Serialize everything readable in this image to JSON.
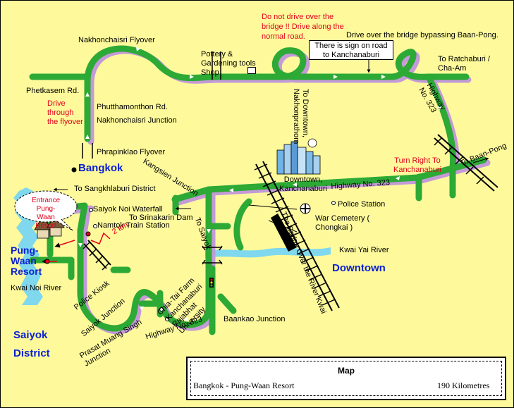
{
  "map": {
    "colors": {
      "background": "#fefa9c",
      "road": "#2da935",
      "road_shadow": "#c49ad7",
      "river": "#7fd8ed",
      "red_text": "#e3001b",
      "blue_text": "#0b20d4"
    },
    "labels": {
      "nakhonchaisri_flyover": "Nakhonchaisri Flyover",
      "do_not_drive": "Do not drive over the bridge !! Drive along the normal road.",
      "drive_over_bridge": "Drive over the bridge bypassing Baan-Pong.",
      "pottery_shop": "Pottery & Gardening tools Shop",
      "sign_note": "There is sign on road to Kanchanaburi",
      "to_ratchaburi": "To Ratchaburi / Cha-Am",
      "phetkasem": "Phetkasem Rd.",
      "drive_through_flyover": "Drive through the flyover",
      "phutthamonthon": "Phutthamonthon Rd.",
      "nakhonchaisri_junction": "Nakhonchaisri Junction",
      "to_downtown_nakhonpratom": "To Downtown, Nakhonprathom",
      "highway_323_vertical": "Highway No. 323",
      "phrapinklao_flyover": "Phrapinklao Flyover",
      "bangkok": "Bangkok",
      "kangsien_junction": "Kangsien Junction",
      "downtown_kanchanaburi": "Downtown, Kanchanaburi",
      "turn_right": "Turn Right To Kanchanaburi",
      "to_baan_pong": "To Baan-Pong",
      "highway_323_horizontal": "Highway No. 323",
      "to_sangkhlaburi": "To Sangkhlaburi District",
      "entrance_resort": "Entrance Pung-Waan Resort",
      "saiyok_noi_waterfall": "Saiyok Noi Waterfall",
      "to_srinakarin_dam": "To Srinakarin Dam",
      "namtok_station": "Namtok Train Station",
      "police_station": "Police Station",
      "war_cemetery": "War Cemetery ( Chongkai )",
      "distance_2km": "2 km.",
      "to_saiyok": "To Saiyok",
      "pung_waan_resort": "Pung-Waan Resort",
      "kwai_yai_river": "Kwai Yai River",
      "downtown": "Downtown",
      "kwai_noi_river": "Kwai Noi River",
      "police_kiosk": "Police Kiosk",
      "bridge_over_river_kwai": "The Bridge Over the River Kwai",
      "chia_tai_farm": "Chia-Tai Farm",
      "kanchanaburi_rajabhat": "Kanchanaburi Rajabhat University",
      "saiyok_junction": "Saiyok Junction",
      "baankao_junction": "Baankao Junction",
      "prasat_muang_singh": "Prasat Muang Singh Junction",
      "highway_323_bottom": "Highway No. 323",
      "saiyok_district": "Saiyok District"
    },
    "legend": {
      "title": "Map",
      "route": "Bangkok - Pung-Waan Resort",
      "distance": "190 Kilometres"
    }
  }
}
